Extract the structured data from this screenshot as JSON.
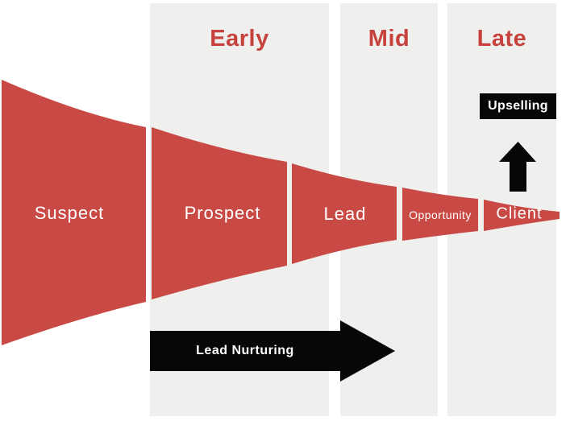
{
  "diagram": {
    "phases": [
      {
        "label": "Early"
      },
      {
        "label": "Mid"
      },
      {
        "label": "Late"
      }
    ],
    "stages": [
      {
        "label": "Suspect"
      },
      {
        "label": "Prospect"
      },
      {
        "label": "Lead"
      },
      {
        "label": "Opportunity"
      },
      {
        "label": "Client"
      }
    ],
    "annotations": {
      "lead_nurturing": "Lead Nurturing",
      "upselling": "Upselling"
    },
    "colors": {
      "funnel_red": "#c94a44",
      "phase_text_red": "#c8423d",
      "band_gray": "#efefee",
      "arrow_black": "#070707",
      "stage_text": "#ffffff"
    }
  }
}
